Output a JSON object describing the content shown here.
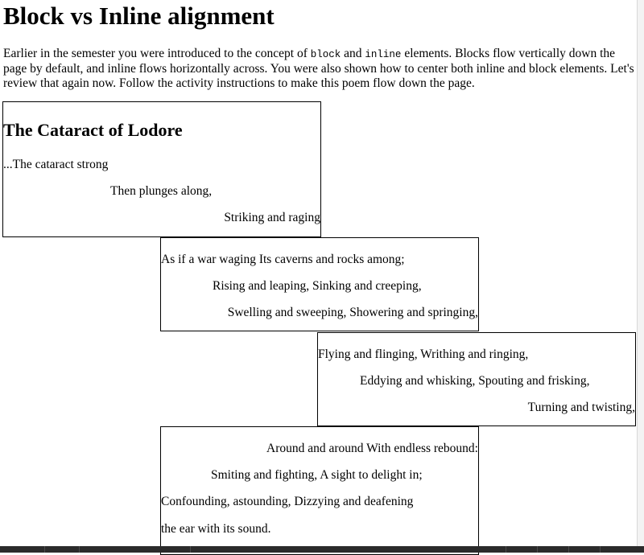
{
  "title": "Block vs Inline alignment",
  "intro": {
    "part1": "Earlier in the semester you were introduced to the concept of ",
    "code1": "block",
    "part2": " and ",
    "code2": "inline",
    "part3": " elements. Blocks flow vertically down the page by default, and inline flows horizontally across. You were also shown how to center both inline and block elements. Let's review that again now. Follow the activity instructions to make this poem flow down the page."
  },
  "poem": {
    "title": "The Cataract of Lodore",
    "box1": [
      "...The cataract strong",
      "Then plunges along,",
      "Striking and raging"
    ],
    "box2": [
      "As if a war waging Its caverns and rocks among;",
      "Rising and leaping, Sinking and creeping,",
      "Swelling and sweeping, Showering and springing,"
    ],
    "box3": [
      "Flying and flinging, Writhing and ringing,",
      "Eddying and whisking, Spouting and frisking,",
      "Turning and twisting,"
    ],
    "box4": [
      "Around and around With endless rebound:",
      "Smiting and fighting, A sight to delight in;",
      "Confounding, astounding, Dizzying and deafening",
      "the ear with its sound."
    ]
  }
}
